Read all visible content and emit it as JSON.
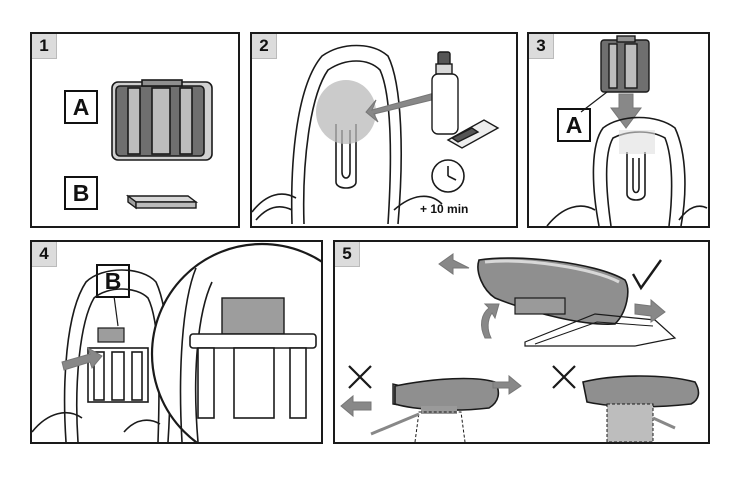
{
  "steps": [
    "1",
    "2",
    "3",
    "4",
    "5"
  ],
  "labels": {
    "a": "A",
    "b": "B"
  },
  "timer": "+ 10 min",
  "colors": {
    "stroke": "#1a1a1a",
    "shade": "#bfbfbf",
    "arrow": "#777777",
    "pad": "#9d9d9d"
  },
  "icons": {
    "correct": "check-icon",
    "wrong": "cross-icon",
    "time": "clock-icon"
  }
}
